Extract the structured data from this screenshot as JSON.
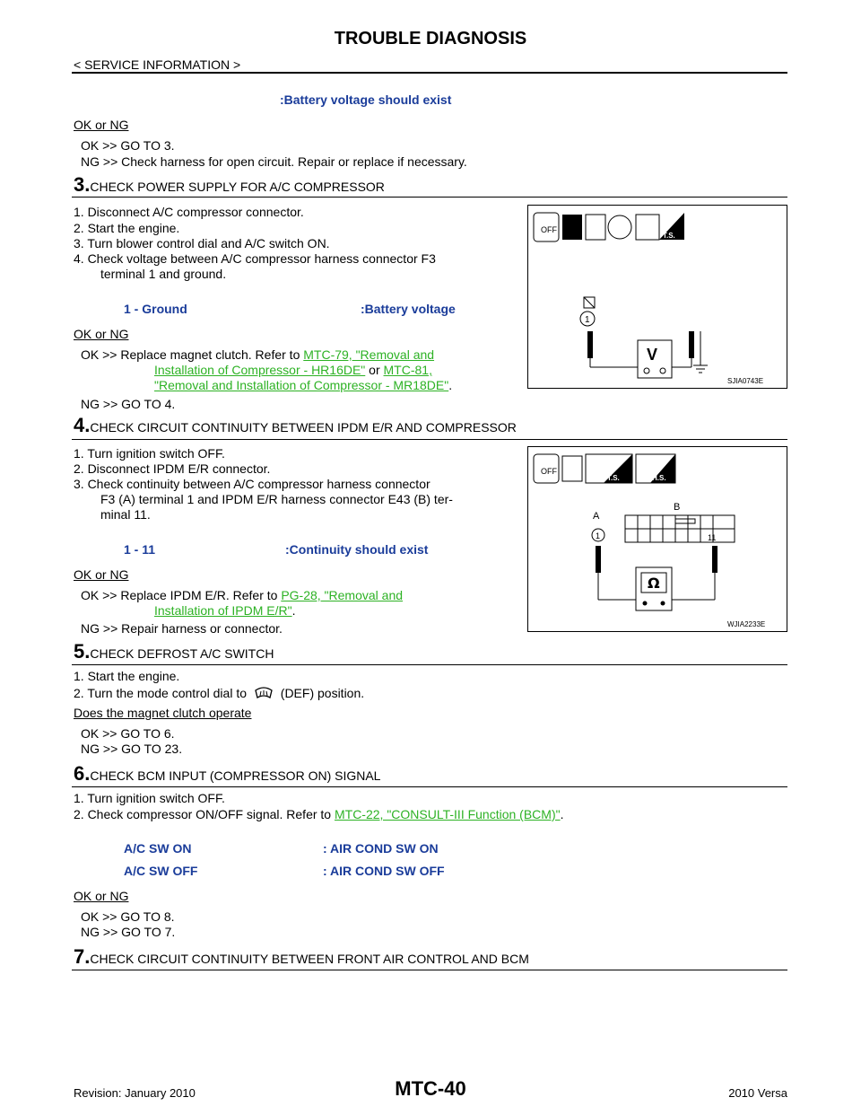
{
  "header": {
    "title": "TROUBLE DIAGNOSIS",
    "subhead": "< SERVICE INFORMATION >"
  },
  "top": {
    "spec": ":Battery voltage should exist",
    "okng": "OK or NG",
    "ok": "OK      >> GO TO 3.",
    "ng": "NG      >> Check harness for open circuit. Repair or replace if necessary."
  },
  "step3": {
    "num": "3.",
    "title": "CHECK POWER SUPPLY FOR A/C COMPRESSOR",
    "items": [
      "1. Disconnect A/C compressor connector.",
      "2. Start the engine.",
      "3. Turn blower control dial and A/C switch ON."
    ],
    "item4a": "4.  Check voltage between A/C compressor harness connector F3",
    "item4b": "terminal 1 and ground.",
    "spec_left": "1 - Ground",
    "spec_right": ":Battery voltage",
    "okng": "OK or NG",
    "ok_prefix": "OK      >> Replace magnet clutch. Refer to ",
    "link1a": "MTC-79, \"Removal and",
    "link1b": "Installation of Compressor - HR16DE\"",
    "or": " or ",
    "link2a": "MTC-81,",
    "link2b": "\"Removal and Installation of Compressor - MR18DE\"",
    "period": ".",
    "ng": "NG      >> GO TO 4.",
    "fig_id": "SJIA0743E",
    "fig_terminal": "1",
    "fig_meter": "V"
  },
  "step4": {
    "num": "4.",
    "title": "CHECK CIRCUIT CONTINUITY BETWEEN IPDM E/R AND COMPRESSOR",
    "items": [
      "1. Turn ignition switch OFF.",
      "2. Disconnect IPDM E/R connector."
    ],
    "item3a": "3.  Check continuity between A/C compressor harness connector",
    "item3b": "F3 (A) terminal 1 and IPDM E/R harness connector E43 (B) ter-",
    "item3c": "minal 11.",
    "spec_left": "1 - 11",
    "spec_right": ":Continuity should exist",
    "okng": "OK or NG",
    "ok_prefix": "OK      >> Replace IPDM E/R. Refer to ",
    "link1a": "PG-28, \"Removal and",
    "link1b": "Installation of IPDM E/R\"",
    "period": ".",
    "ng": "NG      >> Repair harness or connector.",
    "fig_id": "WJIA2233E",
    "fig_a": "A",
    "fig_b": "B",
    "fig_t1": "1",
    "fig_t11": "11",
    "fig_meter": "Ω"
  },
  "step5": {
    "num": "5.",
    "title": "CHECK DEFROST A/C SWITCH",
    "item1": "1. Start the engine.",
    "item2a": "2. Turn the mode control dial to",
    "item2b": "(DEF) position.",
    "question": "Does the magnet clutch operate",
    "ok": "OK      >> GO TO 6.",
    "ng": "NG      >> GO TO 23."
  },
  "step6": {
    "num": "6.",
    "title": "CHECK BCM INPUT (COMPRESSOR ON) SIGNAL",
    "item1": "1. Turn ignition switch OFF.",
    "item2_prefix": "2. Check compressor ON/OFF signal. Refer to ",
    "item2_link": "MTC-22, \"CONSULT-III Function (BCM)\"",
    "item2_suffix": ".",
    "row1_left": "A/C SW ON",
    "row1_right": ": AIR COND SW ON",
    "row2_left": "A/C SW OFF",
    "row2_right": ": AIR COND SW OFF",
    "okng": "OK or NG",
    "ok": "OK      >> GO TO 8.",
    "ng": "NG      >> GO TO 7."
  },
  "step7": {
    "num": "7.",
    "title": "CHECK CIRCUIT CONTINUITY BETWEEN FRONT AIR CONTROL AND BCM"
  },
  "footer": {
    "revision": "Revision: January 2010",
    "model": "MTC-40",
    "year": "2010 Versa"
  }
}
